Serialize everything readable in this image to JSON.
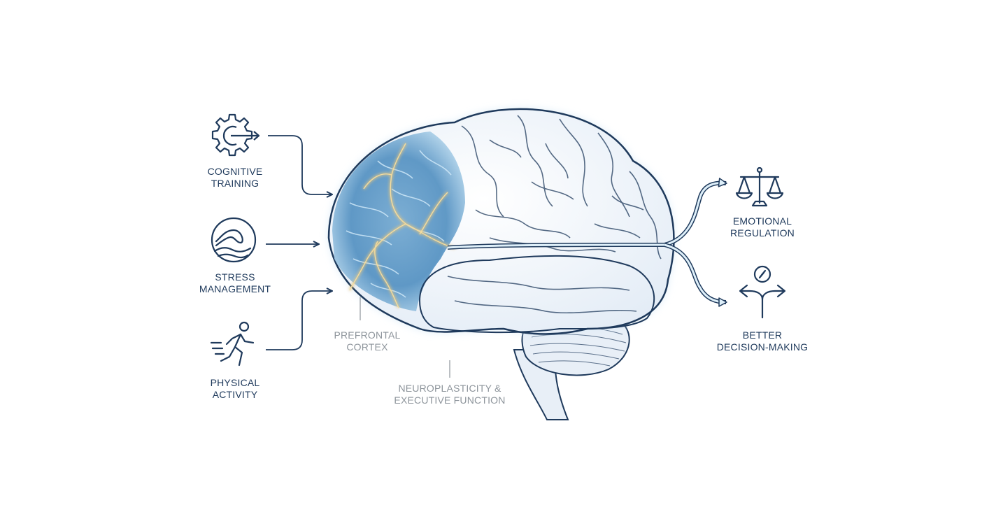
{
  "inputs": [
    {
      "label": "COGNITIVE\nTRAINING",
      "icon": "gear-arrow-icon"
    },
    {
      "label": "STRESS\nMANAGEMENT",
      "icon": "wave-circle-icon"
    },
    {
      "label": "PHYSICAL\nACTIVITY",
      "icon": "running-person-icon"
    }
  ],
  "brain": {
    "region_label": "PREFRONTAL\nCORTEX",
    "function_label": "NEUROPLASTICITY &\nEXECUTIVE FUNCTION"
  },
  "outputs": [
    {
      "label": "EMOTIONAL\nREGULATION",
      "icon": "balance-scale-icon"
    },
    {
      "label": "BETTER\nDECISION-MAKING",
      "icon": "compass-split-arrows-icon"
    }
  ],
  "colors": {
    "line": "#1f3a5c",
    "pathway": "#9fd0ec",
    "glow": "#e9c880",
    "brain_fill": "#eef3f9",
    "cortex_fill": "#3f7fb0",
    "grey_text": "#8d949b"
  }
}
